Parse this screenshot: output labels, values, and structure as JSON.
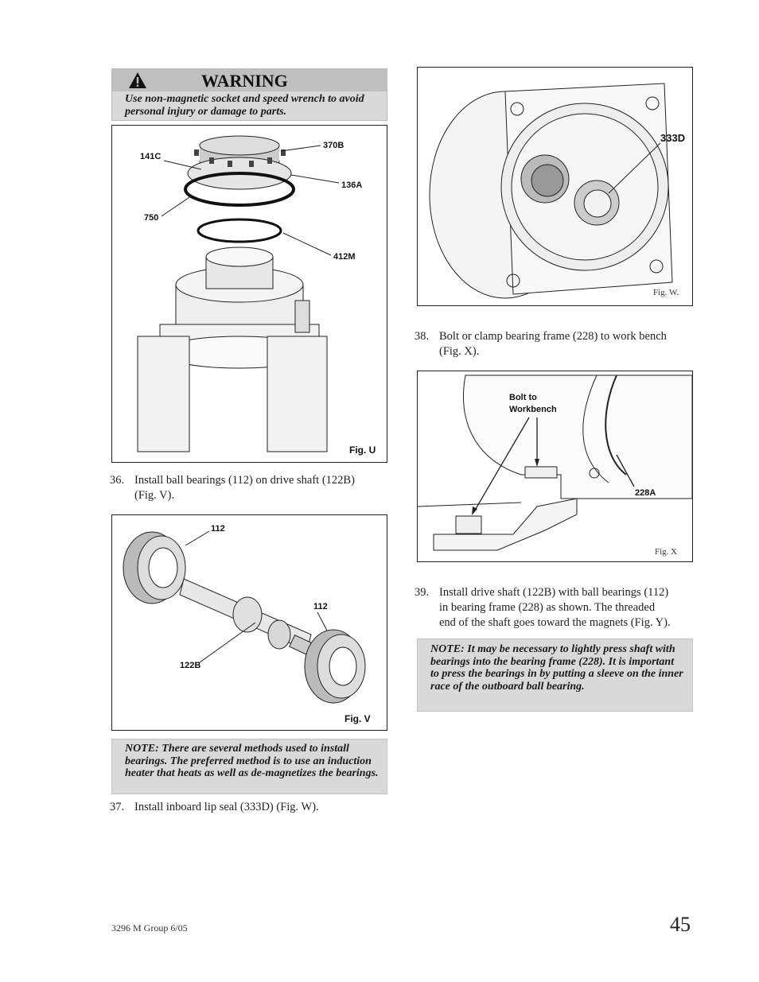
{
  "warning": {
    "title": "WARNING",
    "text": "Use non-magnetic socket and speed wrench to avoid personal injury or damage to parts."
  },
  "fig_u": {
    "label": "Fig. U",
    "callouts": [
      "141C",
      "370B",
      "136A",
      "750",
      "412M"
    ]
  },
  "step36": {
    "num": "36.",
    "line1": "Install ball bearings (112) on drive shaft (122B)",
    "line2": "(Fig. V)."
  },
  "fig_v": {
    "label": "Fig. V",
    "callouts": [
      "112",
      "112",
      "122B"
    ]
  },
  "note1": "NOTE: There are several methods used to install bearings. The preferred method is to use an induction heater that heats as well as de-magnetizes the bearings.",
  "step37": {
    "num": "37.",
    "text": "Install inboard lip seal (333D) (Fig. W)."
  },
  "fig_w": {
    "label": "Fig. W.",
    "callouts": [
      "333D"
    ]
  },
  "step38": {
    "num": "38.",
    "line1": "Bolt or clamp bearing frame (228) to work bench",
    "line2": "(Fig. X)."
  },
  "fig_x": {
    "label": "Fig. X",
    "callouts": [
      "Bolt to",
      "Workbench",
      "228A"
    ]
  },
  "step39": {
    "num": "39.",
    "line1": "Install drive shaft (122B) with ball bearings (112)",
    "line2": "in bearing frame (228) as shown. The threaded",
    "line3": "end of the shaft goes toward the magnets (Fig. Y)."
  },
  "note2": "NOTE: It may be necessary to lightly press shaft with bearings into the bearing frame (228). It is important to press the bearings in by putting a sleeve on the inner race of the outboard ball bearing.",
  "footer": {
    "doc": "3296 M Group 6/05",
    "page": "45"
  }
}
